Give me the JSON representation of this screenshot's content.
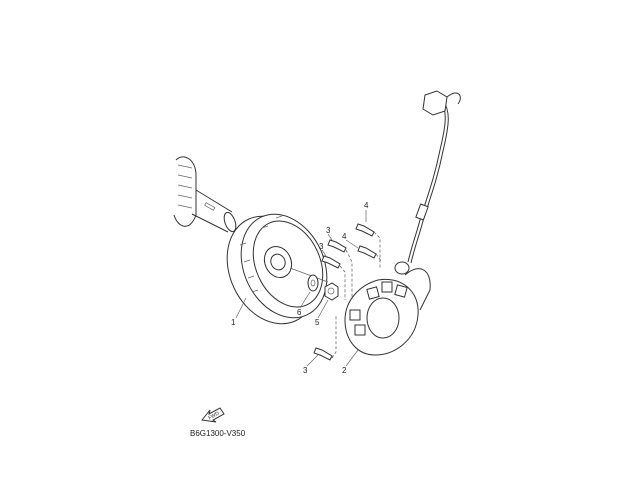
{
  "diagram": {
    "callouts": [
      {
        "number": "1",
        "part": "rotor"
      },
      {
        "number": "2",
        "part": "stator"
      },
      {
        "number": "3",
        "part": "bolt"
      },
      {
        "number": "3",
        "part": "bolt"
      },
      {
        "number": "3",
        "part": "bolt"
      },
      {
        "number": "4",
        "part": "bolt"
      },
      {
        "number": "4",
        "part": "bolt"
      },
      {
        "number": "5",
        "part": "nut"
      },
      {
        "number": "6",
        "part": "washer"
      }
    ],
    "fwd_label": "FWD",
    "diagram_code": "B6G1300-V350"
  }
}
